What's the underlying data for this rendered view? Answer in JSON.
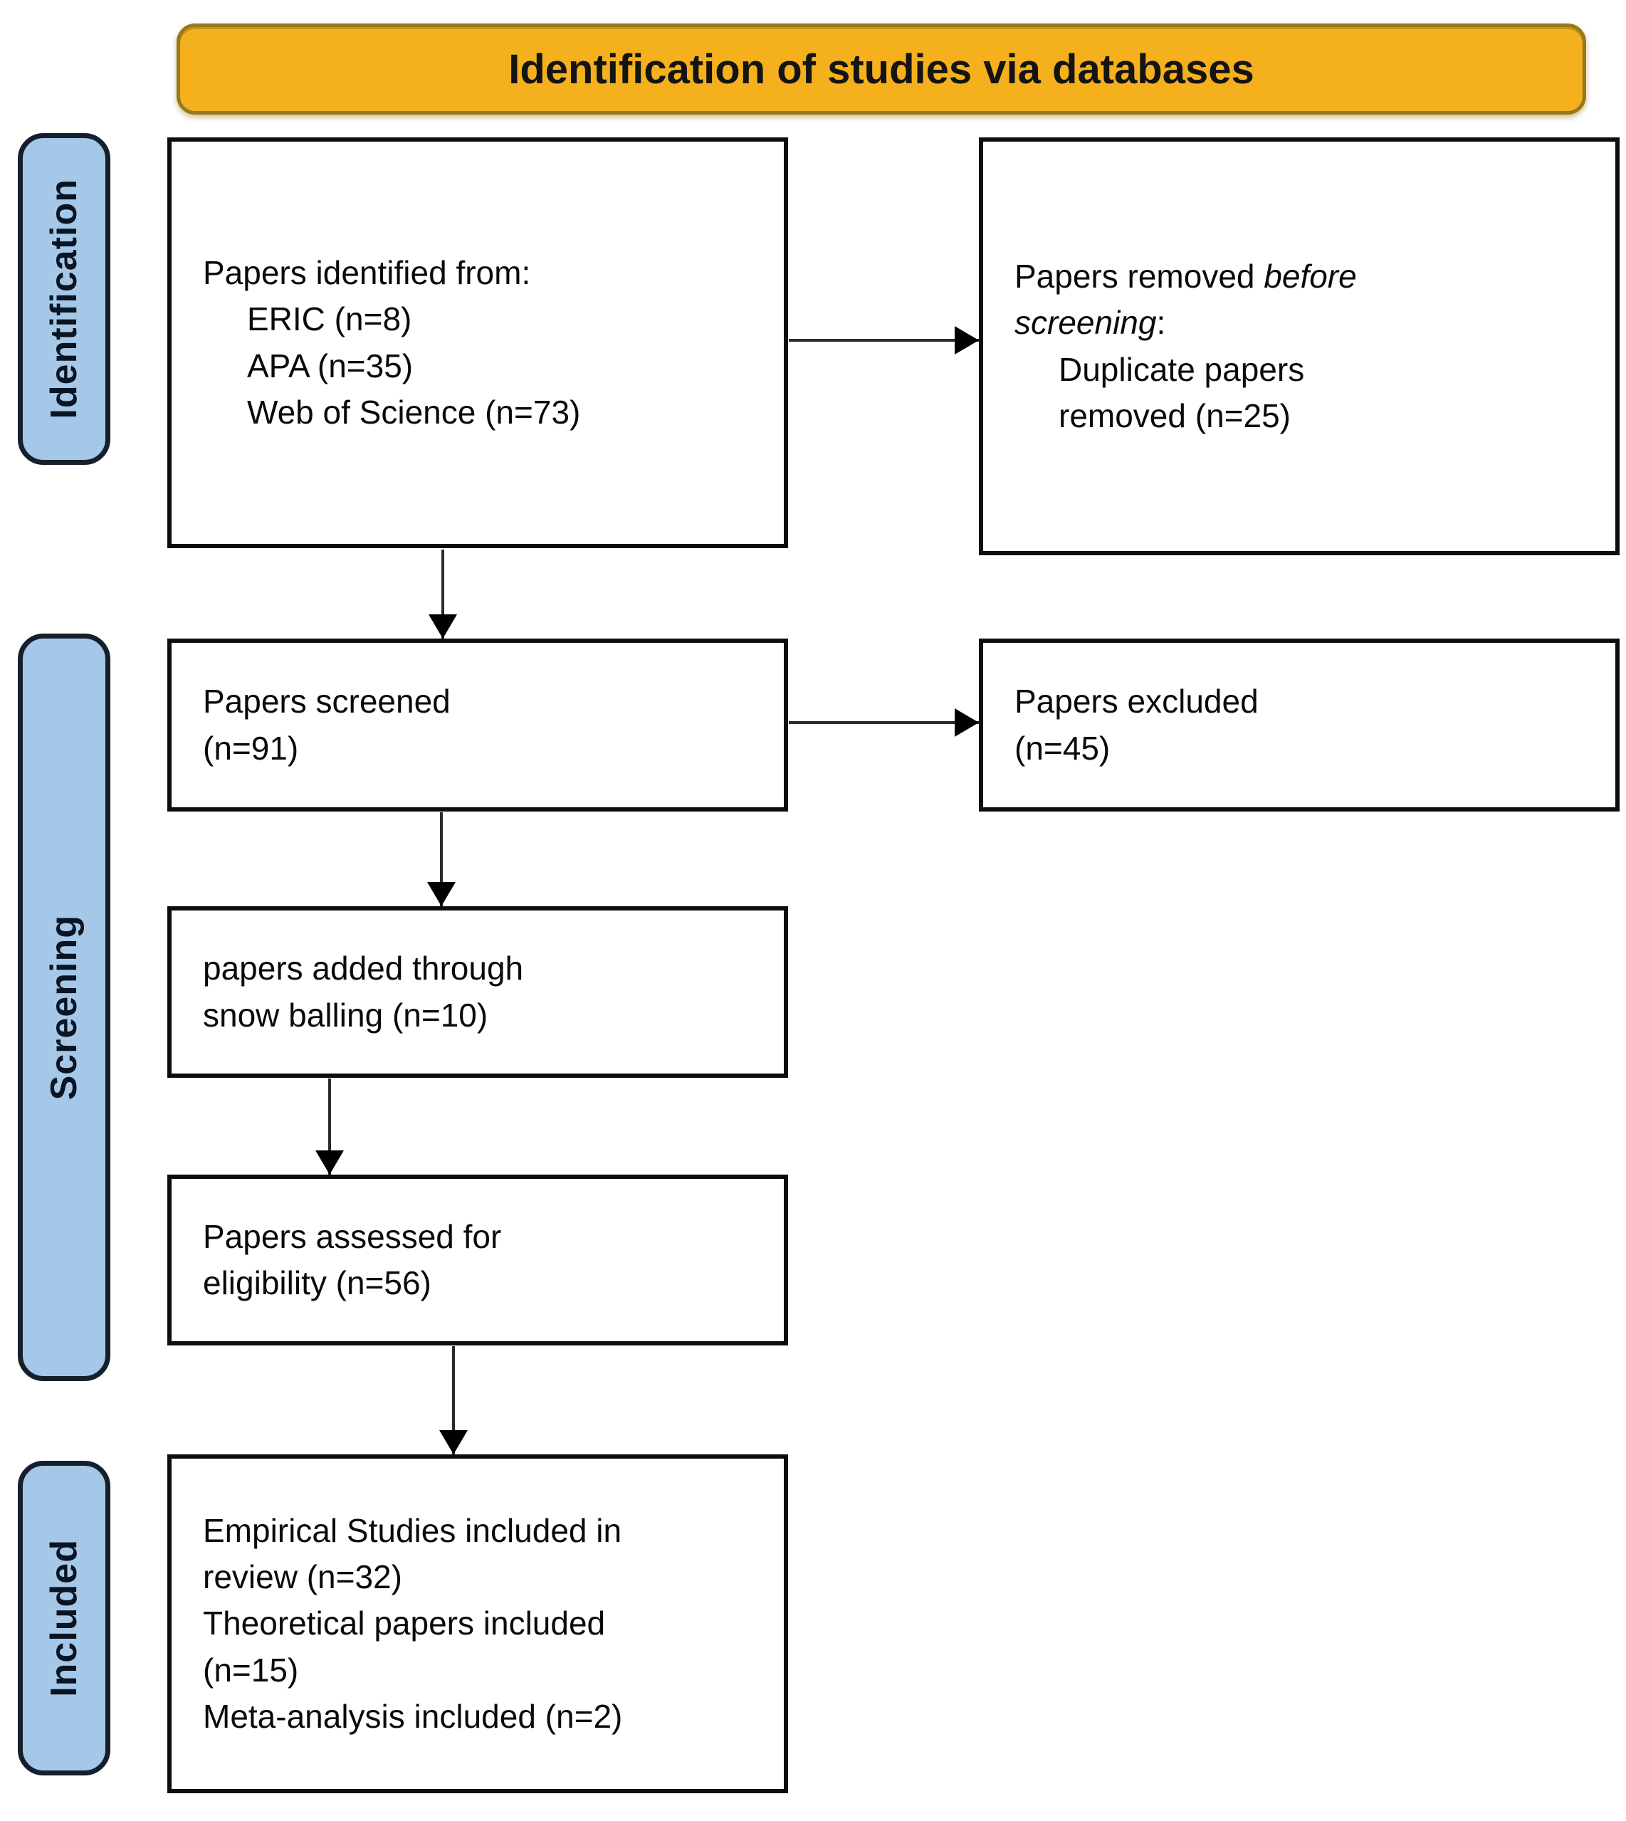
{
  "banner": {
    "label": "Identification of studies via databases"
  },
  "stages": {
    "identification": "Identification",
    "screening": "Screening",
    "included": "Included"
  },
  "flow": {
    "identified": {
      "heading": "Papers identified from:",
      "sources": [
        "ERIC (n=8)",
        "APA (n=35)",
        "Web of Science (n=73)"
      ]
    },
    "removed_before_screening": {
      "prefix": "Papers removed ",
      "emphasis": "before screening",
      "suffix": ":",
      "detail": "Duplicate papers removed (n=25)"
    },
    "screened": {
      "lines": [
        "Papers screened",
        "(n=91)"
      ]
    },
    "excluded": {
      "lines": [
        "Papers excluded",
        "(n=45)"
      ]
    },
    "snowballing": {
      "lines": [
        "papers added through",
        "snow balling (n=10)"
      ]
    },
    "assessed": {
      "lines": [
        "Papers assessed for",
        "eligibility (n=56)"
      ]
    },
    "included_studies": {
      "lines": [
        "Empirical Studies included in review (n=32)",
        "Theoretical papers included (n=15)",
        "Meta-analysis included (n=2)"
      ]
    }
  },
  "colors": {
    "banner_fill": "#f4b11d",
    "banner_border": "#97791a",
    "stage_fill": "#a6c8e8",
    "stage_border": "#15202c",
    "box_border": "#0d0d0d",
    "arrow": "#000000",
    "background": "#ffffff"
  }
}
